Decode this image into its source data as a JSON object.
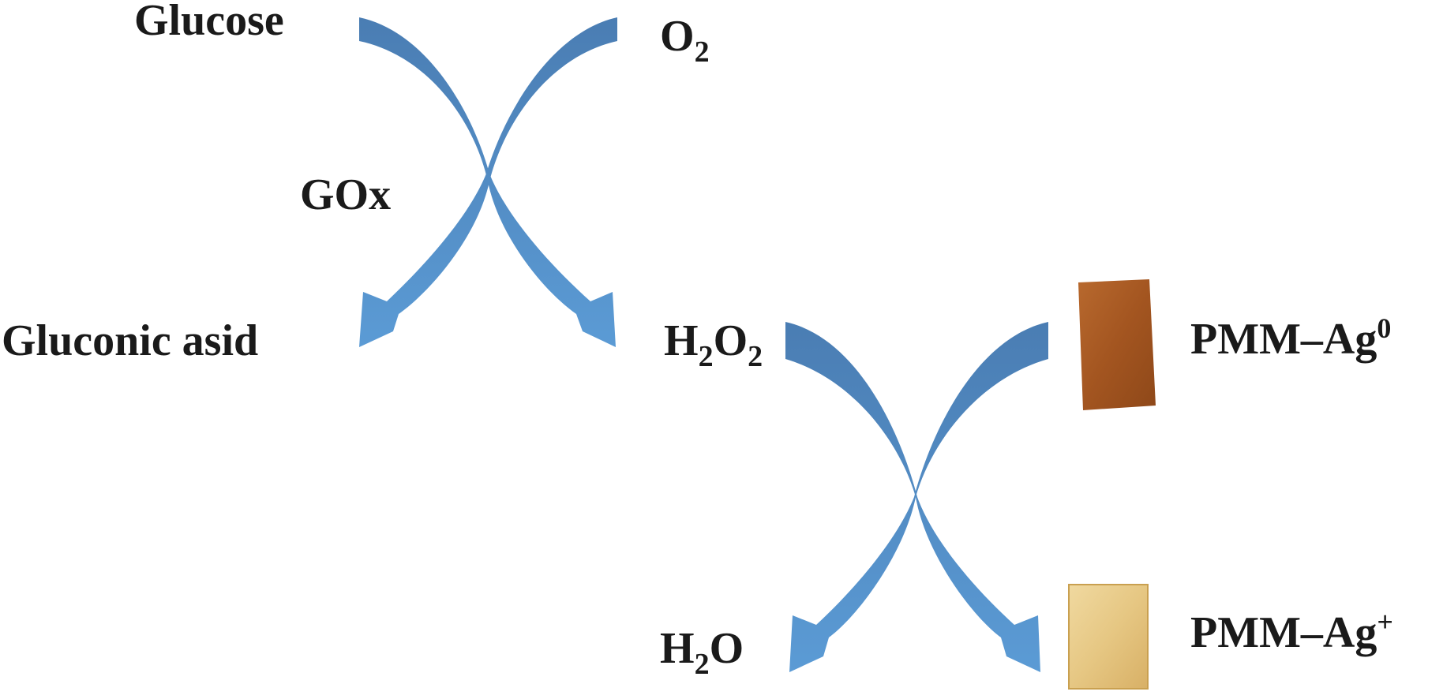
{
  "colors": {
    "arrow_dark": "#4a7db3",
    "arrow_light": "#5b9bd5",
    "sample_ag0": "#a85a25",
    "sample_ag_plus": "#e8c98a"
  },
  "reaction1": {
    "reactant_a": "Glucose",
    "reactant_b_base": "O",
    "reactant_b_sub": "2",
    "catalyst": "GOx",
    "product_a": "Gluconic asid",
    "product_b": {
      "h": "H",
      "sub1": "2",
      "o": "O",
      "sub2": "2"
    }
  },
  "reaction2": {
    "reactant_a": {
      "h": "H",
      "sub1": "2",
      "o": "O",
      "sub2": "2"
    },
    "reactant_b_base": "PMM–Ag",
    "reactant_b_sup": "0",
    "product_a": {
      "h": "H",
      "sub1": "2",
      "o": "O"
    },
    "product_b_base": "PMM–Ag",
    "product_b_sup": "+"
  }
}
